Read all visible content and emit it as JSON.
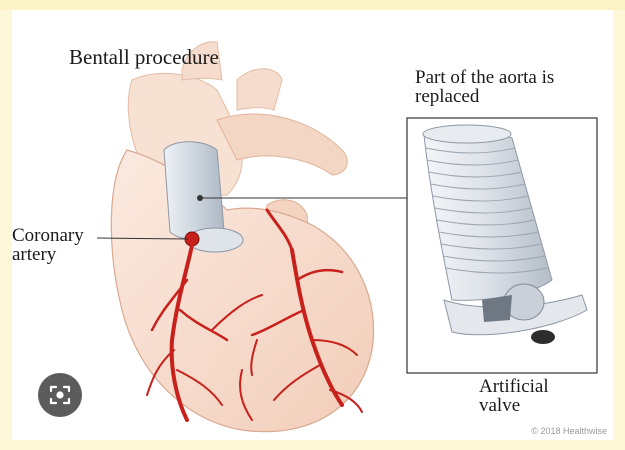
{
  "diagram": {
    "title": "Bentall procedure",
    "aorta_caption_line1": "Part of the aorta is",
    "aorta_caption_line2": "replaced",
    "coronary_line1": "Coronary",
    "coronary_line2": "artery",
    "valve_line1": "Artificial",
    "valve_line2": "valve",
    "watermark": "© 2018 Healthwise"
  },
  "icons": {
    "lens": "image-search-icon"
  },
  "colors": {
    "background": "#fdf8d8",
    "heart": "#f6dccd",
    "artery": "#c8211c",
    "graft": "#d9dfe6",
    "lens_button": "#5b5b5b"
  }
}
